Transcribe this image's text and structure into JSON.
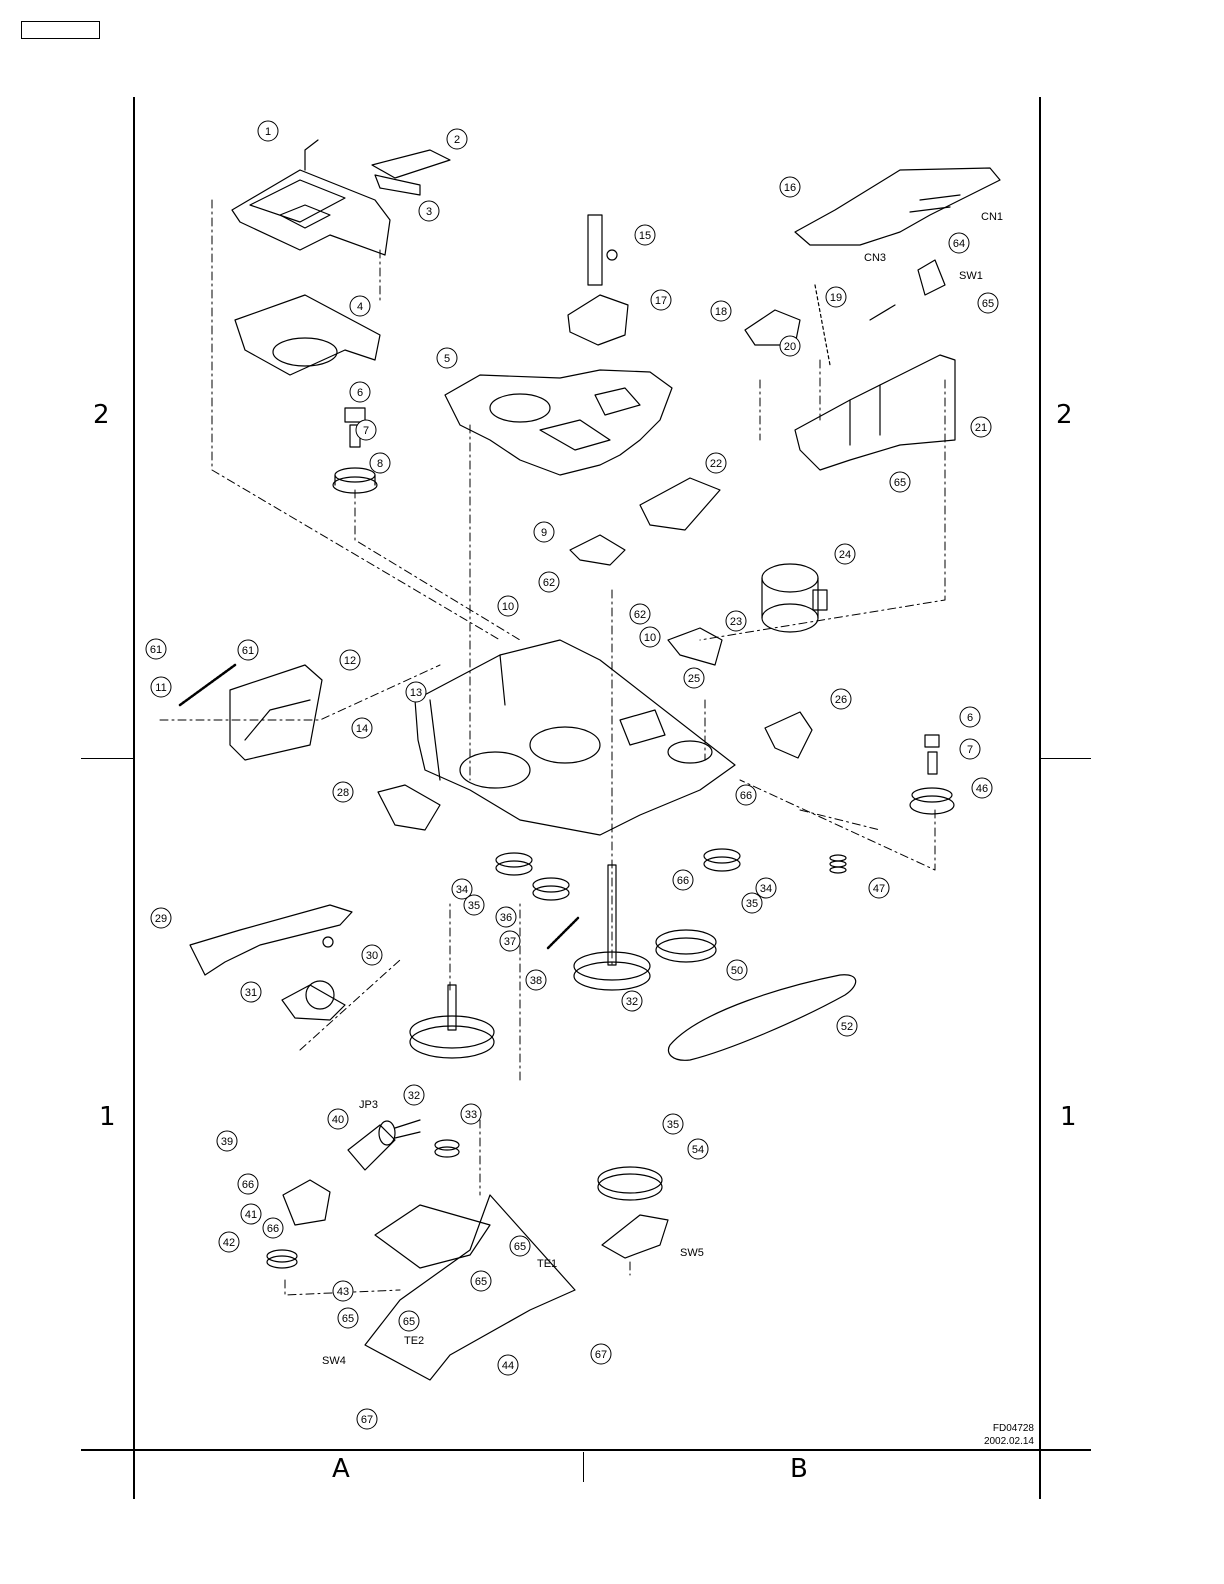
{
  "page": {
    "row_labels": {
      "upper": "2",
      "lower": "1"
    },
    "column_labels": {
      "left": "A",
      "right": "B"
    },
    "drawing_number": "FD04728",
    "drawing_date": "2002.02.14"
  },
  "callouts": [
    {
      "id": "c1",
      "text": "1"
    },
    {
      "id": "c2",
      "text": "2"
    },
    {
      "id": "c3",
      "text": "3"
    },
    {
      "id": "c4",
      "text": "4"
    },
    {
      "id": "c5",
      "text": "5"
    },
    {
      "id": "c6a",
      "text": "6"
    },
    {
      "id": "c7a",
      "text": "7"
    },
    {
      "id": "c8",
      "text": "8"
    },
    {
      "id": "c9",
      "text": "9"
    },
    {
      "id": "c10a",
      "text": "10"
    },
    {
      "id": "c10b",
      "text": "10"
    },
    {
      "id": "c11",
      "text": "11"
    },
    {
      "id": "c12",
      "text": "12"
    },
    {
      "id": "c13",
      "text": "13"
    },
    {
      "id": "c14",
      "text": "14"
    },
    {
      "id": "c15",
      "text": "15"
    },
    {
      "id": "c16",
      "text": "16"
    },
    {
      "id": "c17",
      "text": "17"
    },
    {
      "id": "c18",
      "text": "18"
    },
    {
      "id": "c19",
      "text": "19"
    },
    {
      "id": "c20",
      "text": "20"
    },
    {
      "id": "c21",
      "text": "21"
    },
    {
      "id": "c22",
      "text": "22"
    },
    {
      "id": "c23",
      "text": "23"
    },
    {
      "id": "c24",
      "text": "24"
    },
    {
      "id": "c25",
      "text": "25"
    },
    {
      "id": "c26",
      "text": "26"
    },
    {
      "id": "c28",
      "text": "28"
    },
    {
      "id": "c29",
      "text": "29"
    },
    {
      "id": "c30",
      "text": "30"
    },
    {
      "id": "c31",
      "text": "31"
    },
    {
      "id": "c32a",
      "text": "32"
    },
    {
      "id": "c32b",
      "text": "32"
    },
    {
      "id": "c33",
      "text": "33"
    },
    {
      "id": "c34a",
      "text": "34"
    },
    {
      "id": "c34b",
      "text": "34"
    },
    {
      "id": "c35a",
      "text": "35"
    },
    {
      "id": "c35b",
      "text": "35"
    },
    {
      "id": "c35c",
      "text": "35"
    },
    {
      "id": "c36",
      "text": "36"
    },
    {
      "id": "c37",
      "text": "37"
    },
    {
      "id": "c38",
      "text": "38"
    },
    {
      "id": "c39",
      "text": "39"
    },
    {
      "id": "c40",
      "text": "40"
    },
    {
      "id": "c41",
      "text": "41"
    },
    {
      "id": "c42",
      "text": "42"
    },
    {
      "id": "c43",
      "text": "43"
    },
    {
      "id": "c44",
      "text": "44"
    },
    {
      "id": "c46",
      "text": "46"
    },
    {
      "id": "c47",
      "text": "47"
    },
    {
      "id": "c50",
      "text": "50"
    },
    {
      "id": "c52",
      "text": "52"
    },
    {
      "id": "c54",
      "text": "54"
    },
    {
      "id": "c61a",
      "text": "61"
    },
    {
      "id": "c61b",
      "text": "61"
    },
    {
      "id": "c62a",
      "text": "62"
    },
    {
      "id": "c62b",
      "text": "62"
    },
    {
      "id": "c64",
      "text": "64"
    },
    {
      "id": "c65a",
      "text": "65"
    },
    {
      "id": "c65b",
      "text": "65"
    },
    {
      "id": "c65c",
      "text": "65"
    },
    {
      "id": "c65d",
      "text": "65"
    },
    {
      "id": "c65e",
      "text": "65"
    },
    {
      "id": "c65f",
      "text": "65"
    },
    {
      "id": "c66a",
      "text": "66"
    },
    {
      "id": "c66b",
      "text": "66"
    },
    {
      "id": "c66c",
      "text": "66"
    },
    {
      "id": "c66d",
      "text": "66"
    },
    {
      "id": "c67a",
      "text": "67"
    },
    {
      "id": "c67b",
      "text": "67"
    },
    {
      "id": "c6b",
      "text": "6"
    },
    {
      "id": "c7b",
      "text": "7"
    }
  ],
  "text_labels": [
    {
      "id": "cn1",
      "text": "CN1"
    },
    {
      "id": "cn3",
      "text": "CN3"
    },
    {
      "id": "sw1",
      "text": "SW1"
    },
    {
      "id": "jp3",
      "text": "JP3"
    },
    {
      "id": "te1",
      "text": "TE1"
    },
    {
      "id": "te2",
      "text": "TE2"
    },
    {
      "id": "sw4",
      "text": "SW4"
    },
    {
      "id": "sw5",
      "text": "SW5"
    }
  ]
}
